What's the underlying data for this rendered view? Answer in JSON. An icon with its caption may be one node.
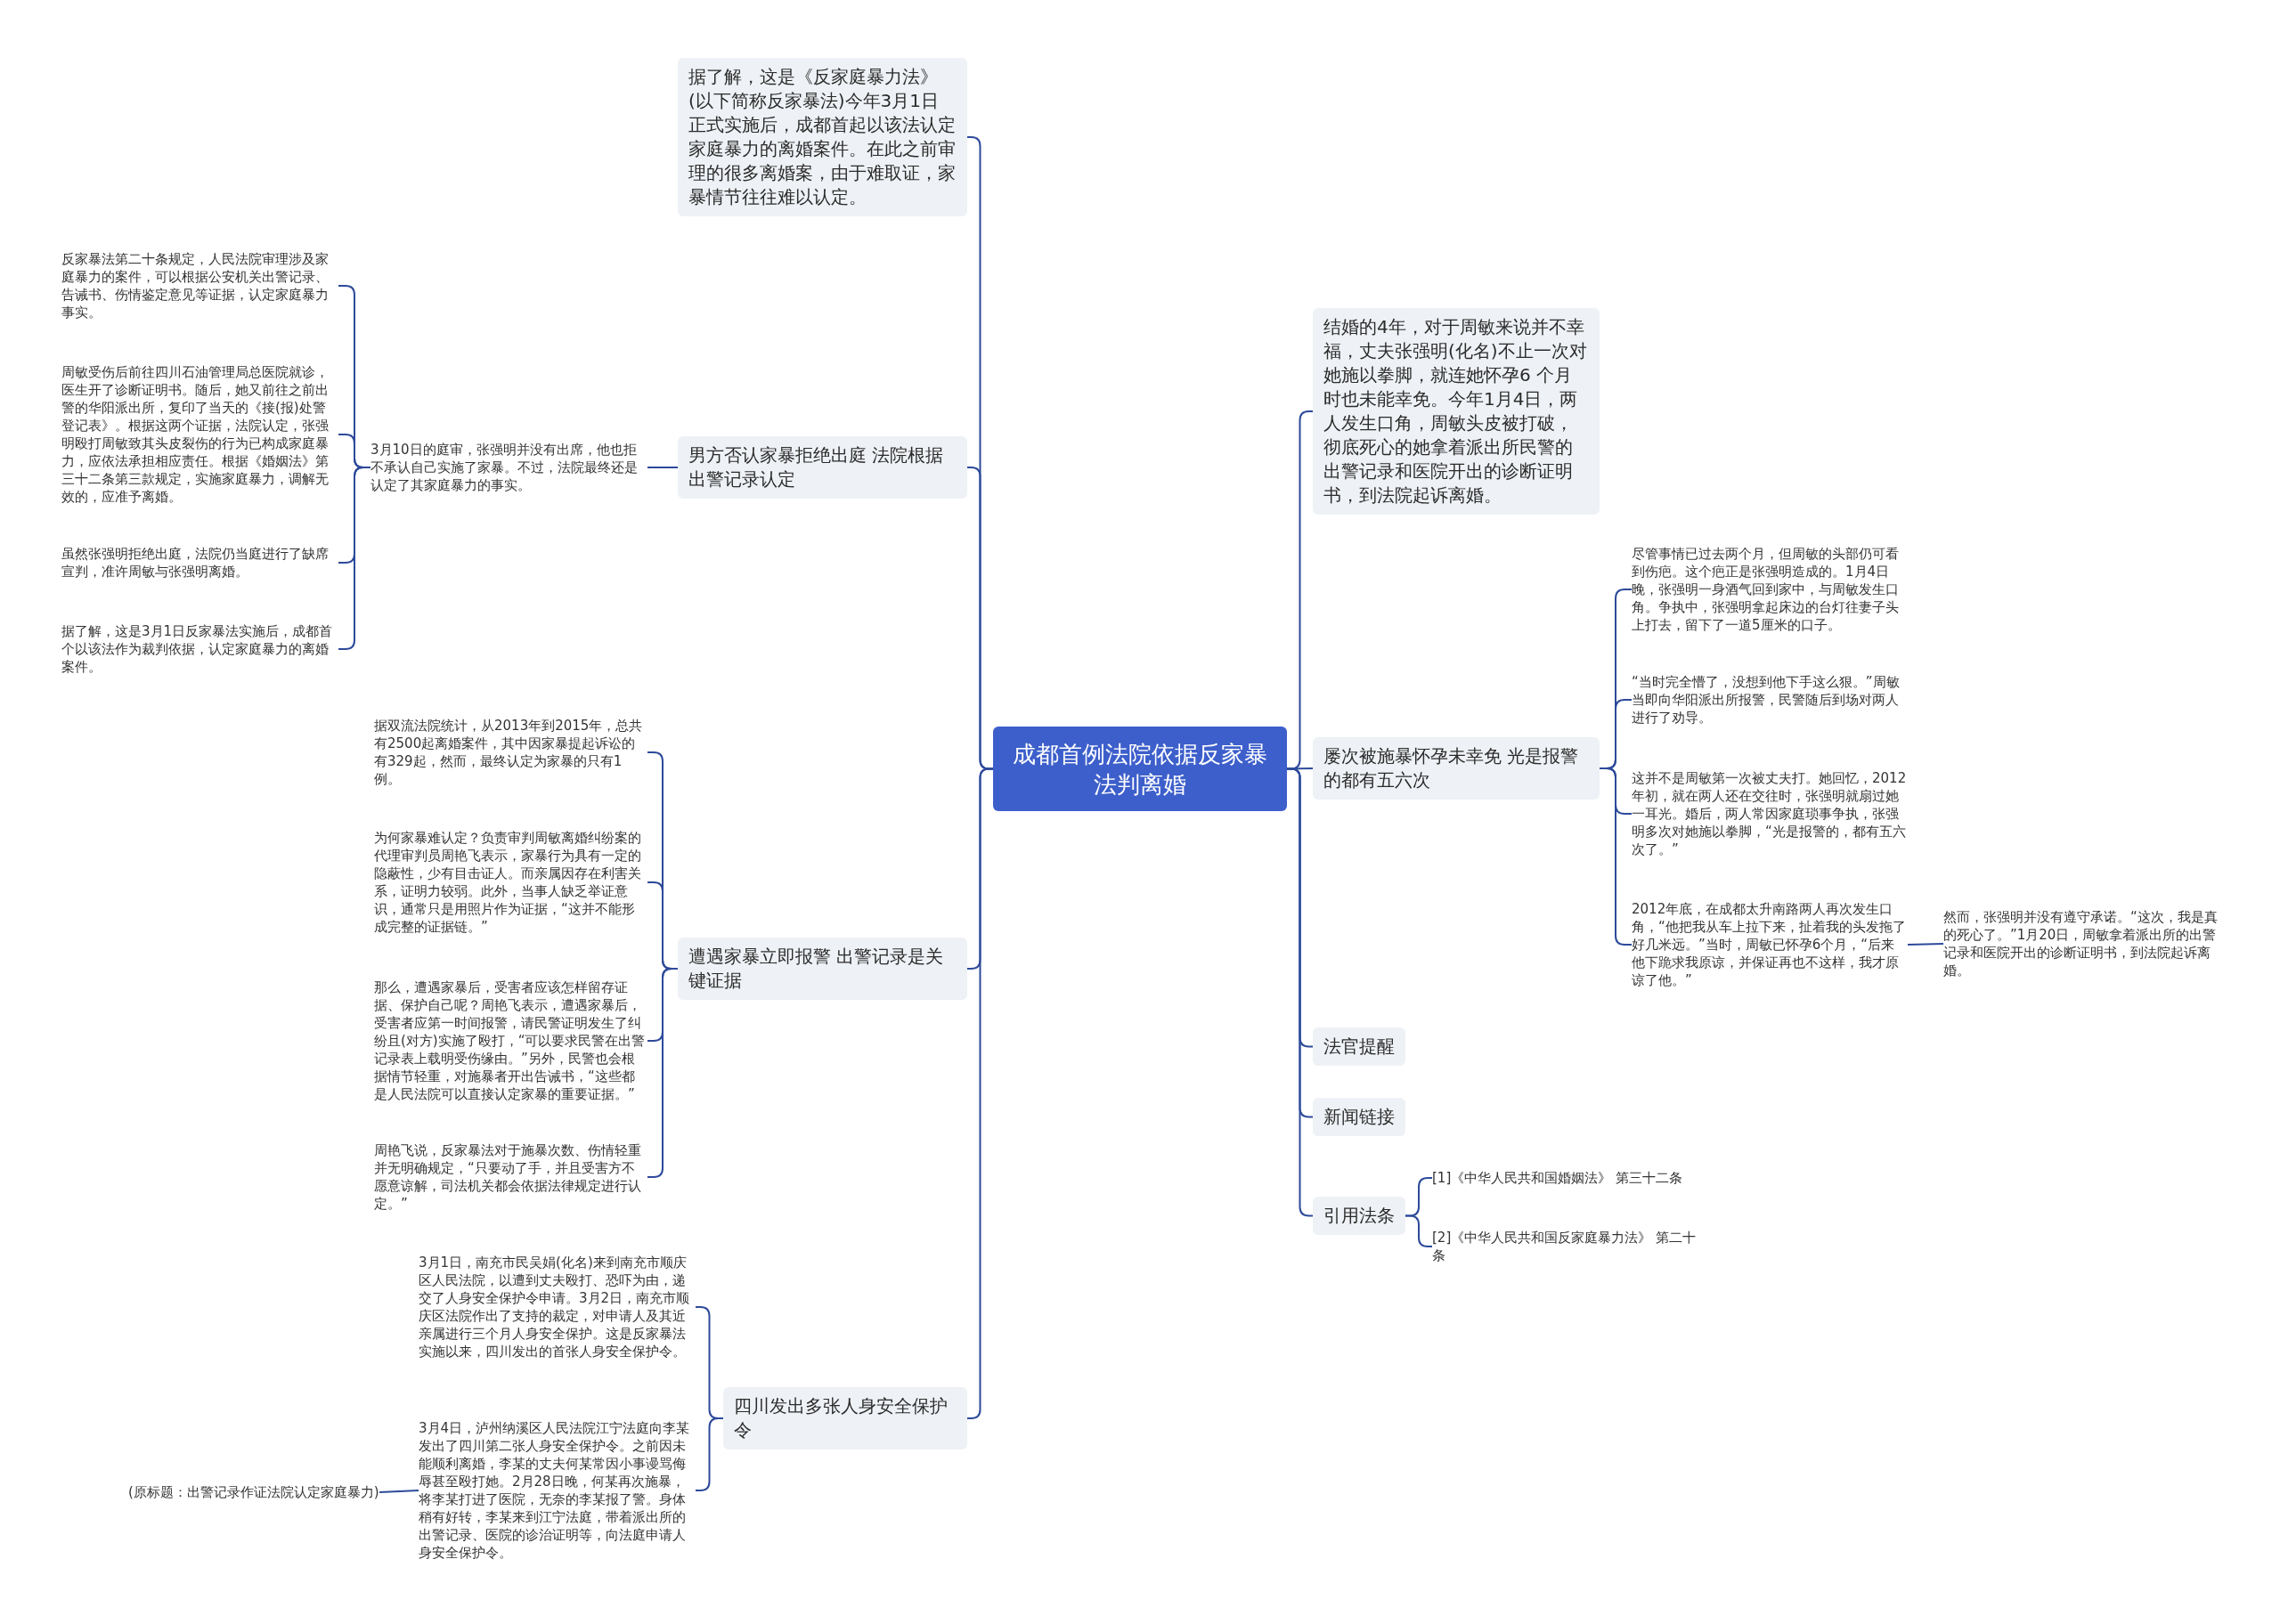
{
  "diagram": {
    "nodes": [
      {
        "text": [
          "成都首例法院依据反家暴法判离婚"
        ]
      },
      {
        "text": [
          "据了解，这是《反家庭暴力法》(以下简称反家暴法)今年3月1日正式实施后，成都首起以该法认定家庭暴力的离婚案件。在此之前审理的很多离婚案，由于难取证，家暴情节往往难以认定。"
        ]
      },
      {
        "text": [
          "男方否认家暴拒绝出庭 法院根据出警记录认定"
        ]
      },
      {
        "text": [
          "3月10日的庭审，张强明并没有出席，他也拒不承认自己实施了家暴。不过，法院最终还是认定了其家庭暴力的事实。"
        ]
      },
      {
        "text": [
          "反家暴法第二十条规定，人民法院审理涉及家庭暴力的案件，可以根据公安机关出警记录、告诫书、伤情鉴定意见等证据，认定家庭暴力事实。"
        ]
      },
      {
        "text": [
          "周敏受伤后前往四川石油管理局总医院就诊，医生开了诊断证明书。随后，她又前往之前出警的华阳派出所，复印了当天的《接(报)处警登记表》。根据这两个证据，法院认定，张强明殴打周敏致其头皮裂伤的行为已构成家庭暴力，应依法承担相应责任。根据《婚姻法》第三十二条第三款规定，实施家庭暴力，调解无效的，应准予离婚。"
        ]
      },
      {
        "text": [
          "虽然张强明拒绝出庭，法院仍当庭进行了缺席宣判，准许周敏与张强明离婚。"
        ]
      },
      {
        "text": [
          "据了解，这是3月1日反家暴法实施后，成都首个以该法作为裁判依据，认定家庭暴力的离婚案件。"
        ]
      },
      {
        "text": [
          "遭遇家暴立即报警 出警记录是关键证据"
        ]
      },
      {
        "text": [
          "据双流法院统计，从2013年到2015年，总共有2500起离婚案件，其中因家暴提起诉讼的有329起，然而，最终认定为家暴的只有1例。"
        ]
      },
      {
        "text": [
          "为何家暴难认定？负责审判周敏离婚纠纷案的代理审判员周艳飞表示，家暴行为具有一定的隐蔽性，少有目击证人。而亲属因存在利害关系，证明力较弱。此外，当事人缺乏举证意识，通常只是用照片作为证据，“这并不能形成完整的证据链。”"
        ]
      },
      {
        "text": [
          "那么，遭遇家暴后，受害者应该怎样留存证据、保护自己呢？周艳飞表示，遭遇家暴后，受害者应第一时间报警，请民警证明发生了纠纷且(对方)实施了殴打，“可以要求民警在出警记录表上载明受伤缘由。”另外，民警也会根据情节轻重，对施暴者开出告诫书，“这些都是人民法院可以直接认定家暴的重要证据。”"
        ]
      },
      {
        "text": [
          "周艳飞说，反家暴法对于施暴次数、伤情轻重并无明确规定，“只要动了手，并且受害方不愿意谅解，司法机关都会依据法律规定进行认定。”"
        ]
      },
      {
        "text": [
          "四川发出多张人身安全保护令"
        ]
      },
      {
        "text": [
          "3月1日，南充市民吴娟(化名)来到南充市顺庆区人民法院，以遭到丈夫殴打、恐吓为由，递交了人身安全保护令申请。3月2日，南充市顺庆区法院作出了支持的裁定，对申请人及其近亲属进行三个月人身安全保护。这是反家暴法实施以来，四川发出的首张人身安全保护令。"
        ]
      },
      {
        "text": [
          "3月4日，泸州纳溪区人民法院江宁法庭向李某发出了四川第二张人身安全保护令。之前因未能顺利离婚，李某的丈夫何某常因小事谩骂侮辱甚至殴打她。2月28日晚，何某再次施暴，将李某打进了医院，无奈的李某报了警。身体稍有好转，李某来到江宁法庭，带着派出所的出警记录、医院的诊治证明等，向法庭申请人身安全保护令。"
        ]
      },
      {
        "text": [
          "(原标题：出警记录作证法院认定家庭暴力)"
        ]
      },
      {
        "text": [
          "结婚的4年，对于周敏来说并不幸福，丈夫张强明(化名)不止一次对她施以拳脚，就连她怀孕6 个月时也未能幸免。今年1月4日，两人发生口角，周敏头皮被打破，彻底死心的她拿着派出所民警的出警记录和医院开出的诊断证明书，到法院起诉离婚。"
        ]
      },
      {
        "text": [
          "屡次被施暴怀孕未幸免 光是报警的都有五六次"
        ]
      },
      {
        "text": [
          "尽管事情已过去两个月，但周敏的头部仍可看到伤疤。这个疤正是张强明造成的。1月4日晚，张强明一身酒气回到家中，与周敏发生口角。争执中，张强明拿起床边的台灯往妻子头上打去，留下了一道5厘米的口子。"
        ]
      },
      {
        "text": [
          "“当时完全懵了，没想到他下手这么狠。”周敏当即向华阳派出所报警，民警随后到场对两人进行了劝导。"
        ]
      },
      {
        "text": [
          "这并不是周敏第一次被丈夫打。她回忆，2012年初，就在两人还在交往时，张强明就扇过她一耳光。婚后，两人常因家庭琐事争执，张强明多次对她施以拳脚，“光是报警的，都有五六次了。”"
        ]
      },
      {
        "text": [
          "2012年底，在成都太升南路两人再次发生口角，“他把我从车上拉下来，扯着我的头发拖了好几米远。”当时，周敏已怀孕6个月，“后来他下跪求我原谅，并保证再也不这样，我才原谅了他。”"
        ]
      },
      {
        "text": [
          "然而，张强明并没有遵守承诺。“这次，我是真的死心了。”1月20日，周敏拿着派出所的出警记录和医院开出的诊断证明书，到法院起诉离婚。"
        ]
      },
      {
        "text": [
          "法官提醒"
        ]
      },
      {
        "text": [
          "新闻链接"
        ]
      },
      {
        "text": [
          "引用法条"
        ]
      },
      {
        "text": [
          "[1]《中华人民共和国婚姻法》 第三十二条"
        ]
      },
      {
        "text": [
          "[2]《中华人民共和国反家庭暴力法》 第二十条"
        ]
      }
    ],
    "edges": [
      {
        "from": 0,
        "to": 1,
        "arrow": "none"
      },
      {
        "from": 0,
        "to": 2,
        "arrow": "none"
      },
      {
        "from": 2,
        "to": 3,
        "arrow": "none"
      },
      {
        "from": 3,
        "to": 4,
        "arrow": "none"
      },
      {
        "from": 3,
        "to": 5,
        "arrow": "none"
      },
      {
        "from": 3,
        "to": 6,
        "arrow": "none"
      },
      {
        "from": 3,
        "to": 7,
        "arrow": "none"
      },
      {
        "from": 0,
        "to": 8,
        "arrow": "none"
      },
      {
        "from": 8,
        "to": 9,
        "arrow": "none"
      },
      {
        "from": 8,
        "to": 10,
        "arrow": "none"
      },
      {
        "from": 8,
        "to": 11,
        "arrow": "none"
      },
      {
        "from": 8,
        "to": 12,
        "arrow": "none"
      },
      {
        "from": 0,
        "to": 13,
        "arrow": "none"
      },
      {
        "from": 13,
        "to": 14,
        "arrow": "none"
      },
      {
        "from": 13,
        "to": 15,
        "arrow": "none"
      },
      {
        "from": 15,
        "to": 16,
        "arrow": "none"
      },
      {
        "from": 0,
        "to": 17,
        "arrow": "none"
      },
      {
        "from": 0,
        "to": 18,
        "arrow": "none"
      },
      {
        "from": 18,
        "to": 19,
        "arrow": "none"
      },
      {
        "from": 18,
        "to": 20,
        "arrow": "none"
      },
      {
        "from": 18,
        "to": 21,
        "arrow": "none"
      },
      {
        "from": 18,
        "to": 22,
        "arrow": "none"
      },
      {
        "from": 22,
        "to": 23,
        "arrow": "none"
      },
      {
        "from": 0,
        "to": 24,
        "arrow": "none"
      },
      {
        "from": 0,
        "to": 25,
        "arrow": "none"
      },
      {
        "from": 0,
        "to": 26,
        "arrow": "none"
      },
      {
        "from": 26,
        "to": 27,
        "arrow": "none"
      },
      {
        "from": 26,
        "to": 28,
        "arrow": "none"
      }
    ]
  }
}
